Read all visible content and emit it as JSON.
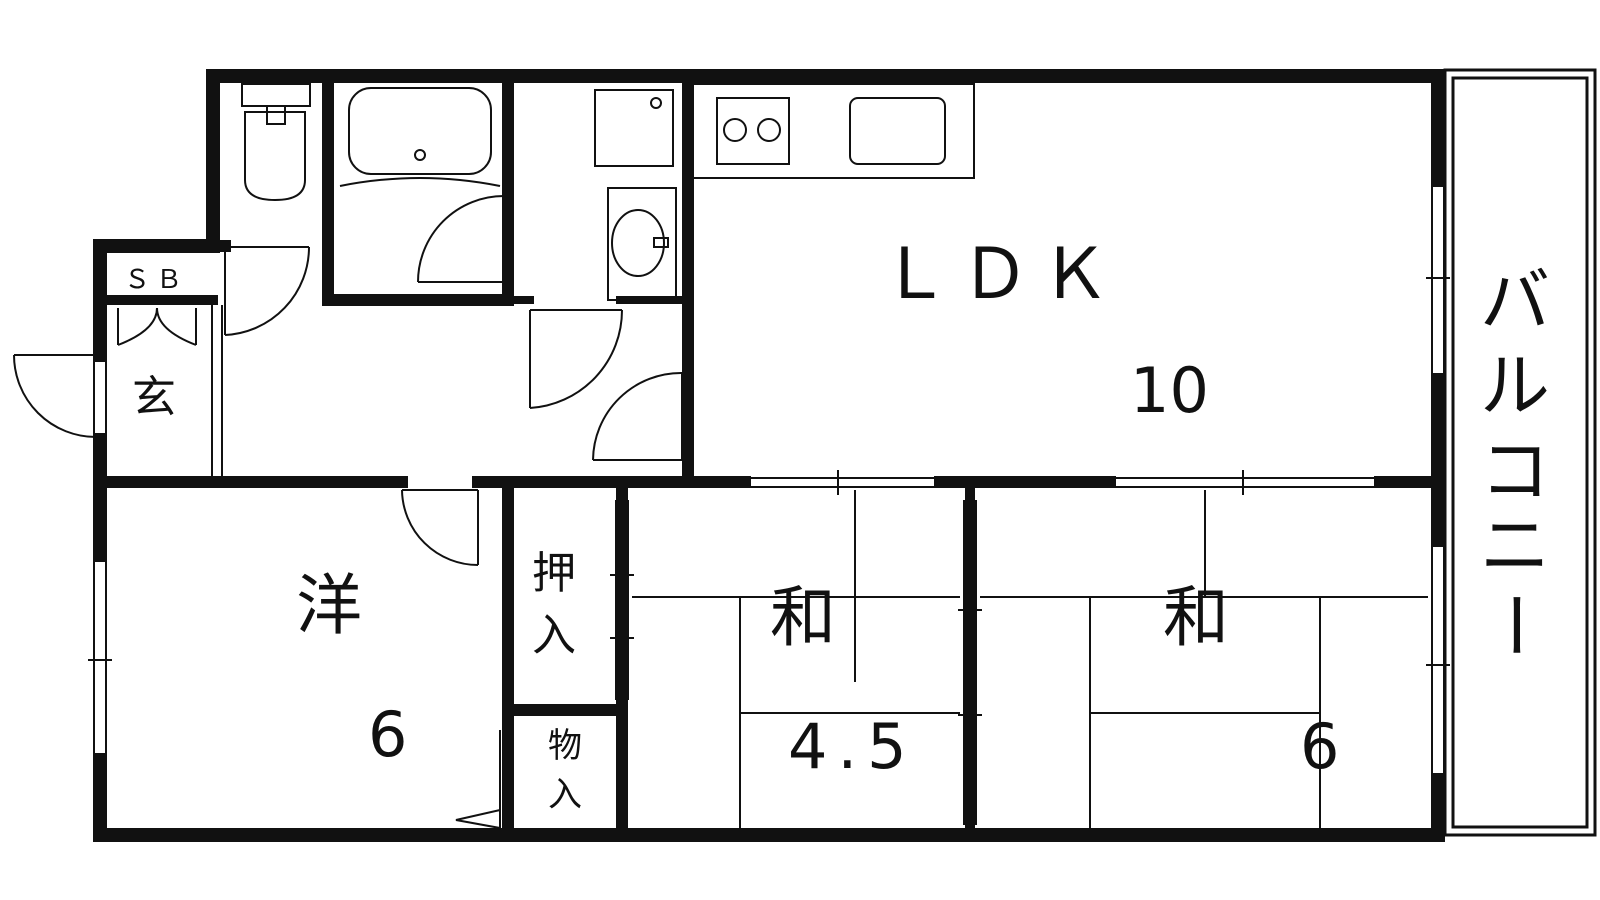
{
  "plan": {
    "rooms": [
      {
        "id": "ldk",
        "name": "ＬＤＫ",
        "size": "10"
      },
      {
        "id": "western",
        "name": "洋",
        "size": "6"
      },
      {
        "id": "japanese-a",
        "name": "和",
        "size": "4.5"
      },
      {
        "id": "japanese-b",
        "name": "和",
        "size": "6"
      }
    ],
    "labels": {
      "entrance": "玄",
      "shoe_box": "ＳＢ",
      "closet_1": "押",
      "closet_2": "入",
      "storage_1": "物",
      "storage_2": "入",
      "balcony": [
        "バ",
        "ル",
        "コ",
        "ニ",
        "ー"
      ]
    }
  }
}
